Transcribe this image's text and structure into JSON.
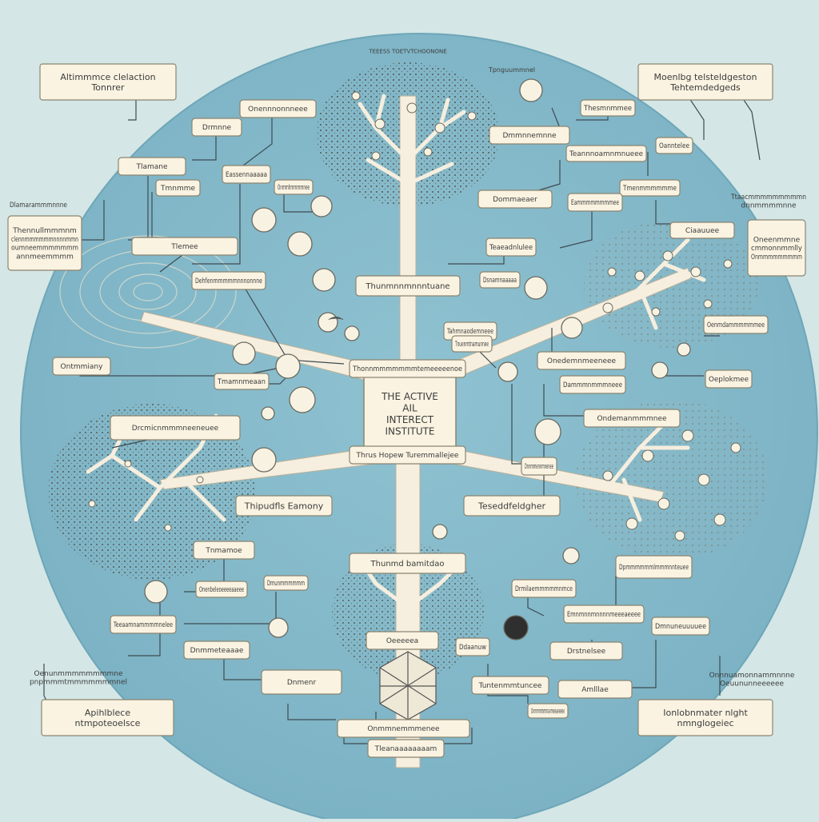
{
  "center": {
    "lines": [
      "THE ACTIVE",
      "AIL",
      "INTERECT",
      "INSTITUTE"
    ]
  },
  "hub_labels": {
    "top": "Thonnmmmmmmmtemeeeeenoe",
    "bottom": "Thrus Hopew Turemmallejee",
    "left": "Thipudfls Eamony",
    "right": "Teseddfeldgher"
  },
  "trunk_labels": {
    "top": "Thunmnnmnnntuane",
    "bottom": "Thunmd bamitdao"
  },
  "corner_labels": {
    "top_left": [
      "Altimmmce clelaction",
      "Tonnrer"
    ],
    "top_right": [
      "Moenlbg telsteldgeston",
      "Tehtemdedgeds"
    ],
    "bottom_left": [
      "Apihlblece",
      "ntmpoteoelsce"
    ],
    "bottom_right": [
      "Ionlobnmater nlght",
      "nmnglogeiec"
    ]
  },
  "small_labels": [
    "Onennnonnneee",
    "Drmnne",
    "Tlamane",
    "Eassennaaaaa",
    "Tmnmme",
    "Tlemee",
    "Dehfenmmmmmnnnonnne",
    "Onmmhmmmmnee",
    "Ontmmiany",
    "Tmamnmeaan",
    "Drcmicnmmmneeneuee",
    "Tnmamoe",
    "Onenbeleoeeeeaaeee",
    "Teeaamnammmmnelee",
    "Dnmmeteaaae",
    "Dnmenr",
    "Oeeeeea",
    "Ddaanuw",
    "Onmmnemmmenee",
    "Tleanaaaaaaaam",
    "Dmmnnemnne",
    "Thesmnmmee",
    "Teannnoamnmnueee",
    "Dommaeaer",
    "Oanntelee",
    "Tmenmmmmmme",
    "Eammmmmmmmee",
    "Teaeadnlulee",
    "Ciaauuee",
    "Tahmnaodemneee",
    "Onedemnmeeneee",
    "Dammmnmmmneee",
    "Ondemanmmmnee",
    "Oeplokmee",
    "Oenmdammmmmmee",
    "Dnnmmennmnenee",
    "Drmilaemmmmmnmce",
    "Dpmmmmmmlmmmnnteuee",
    "Emnmnnmnnnnmeeeaeeee",
    "Dmnuneuuuuee",
    "Drstnelsee",
    "Tuntenmmtuncee",
    "Amlllae",
    "Onmmmmmmanmeeaeeeee",
    "Dsnamnaaaaa",
    "Tnuenmtnamunnee",
    "Dmunmmmmmm"
  ],
  "side_notes": {
    "left_top_header": "Dlamarammmnnne",
    "left_top": [
      "Thennullmmmnm",
      "clennmmmmmmnnnnmmn",
      "oumneemmmmmmm",
      "annmeemmmm"
    ],
    "right_top_header": [
      "Ttaacmmmmmmmmmn",
      "dnnmmmmnne"
    ],
    "right_top": [
      "Oneenmmne",
      "cmmonnmmlly",
      "Onmmmmmmmmm"
    ],
    "left_bottom": [
      "Oenunmmmmmmmmne",
      "pnpmmmtmmmmmmmnel"
    ],
    "right_bottom": [
      "Onnnuamonnammnnne",
      "Oeuununneeeeee"
    ],
    "top_center": "TEEESS TOETVTCHOONONE",
    "top_right_small": "Tpnguummnel"
  },
  "colors": {
    "page": "#d4e6e6",
    "disc": "#84b9c9",
    "disc_edge": "#6ea6b8",
    "label_fill": "#faf3e2",
    "label_stroke": "#8a8570",
    "branch": "#f6eede",
    "ink": "#3c3c3c",
    "foliage": "#5c5c52"
  },
  "icons": [
    "branching-tree-icon",
    "dotted-foliage-icon",
    "spiral-target-icon",
    "crystal-polyhedron-icon",
    "dandelion-node-icon",
    "molecule-icon",
    "bird-icon"
  ]
}
